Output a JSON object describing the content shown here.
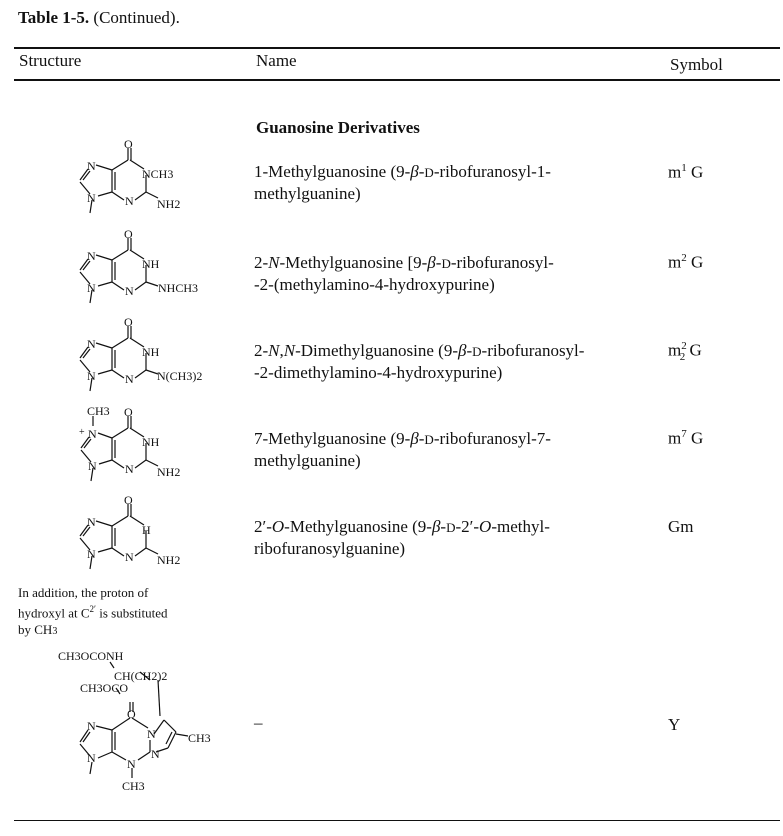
{
  "caption": {
    "label": "Table 1-5.",
    "rest": " (Continued)."
  },
  "columns": {
    "structure": "Structure",
    "name": "Name",
    "symbol": "Symbol"
  },
  "section_title": "Guanosine Derivatives",
  "rows": [
    {
      "name_html": "1-Methylguanosine (9-<i>β</i>-<span style=\"font-size:13px\">D</span>-ribofuranosyl-1-<br>methylguanine)",
      "symbol_html": "m<sup>1</sup> G"
    },
    {
      "name_html": "2-<i>N</i>-Methylguanosine [9-<i>β</i>-<span style=\"font-size:13px\">D</span>-ribofuranosyl-<br>-2-(methylamino-4-hydroxypurine)",
      "symbol_html": "m<sup>2</sup> G"
    },
    {
      "name_html": "2-<i>N</i>,<i>N</i>-Dimethylguanosine (9-<i>β</i>-<span style=\"font-size:13px\">D</span>-ribofuranosyl-<br>-2-dimethylamino-4-hydroxypurine)",
      "symbol_html": "m<sup>2</sup><sub style=\"margin-left:-7px\">2</sub> G"
    },
    {
      "name_html": "7-Methylguanosine (9-<i>β</i>-<span style=\"font-size:13px\">D</span>-ribofuranosyl-7-<br>methylguanine)",
      "symbol_html": "m<sup>7</sup> G"
    },
    {
      "name_html": "2′-<i>O</i>-Methylguanosine (9-<i>β</i>-<span style=\"font-size:13px\">D</span>-2′-<i>O</i>-methyl-<br>ribofuranosylguanine)",
      "symbol_html": "Gm"
    },
    {
      "name_html": "–",
      "symbol_html": "Y"
    }
  ],
  "note_html": "In addition, the proton of<br>hydroxyl at C<sup>2′</sup> is substituted<br>by CH<span style=\"font-size:10px\">3</span>",
  "chem": {
    "N": "N",
    "O": "O",
    "NH": "NH",
    "H": "H",
    "NCH3": "NCH3",
    "NH2": "NH2",
    "NHCH3": "NHCH3",
    "NCH3_2": "N(CH3)2",
    "CH3": "CH3",
    "plus": "+",
    "y_sub1": "CH3OCONH",
    "y_sub2": "CH(CH2)2",
    "y_sub3": "CH3OCO"
  }
}
